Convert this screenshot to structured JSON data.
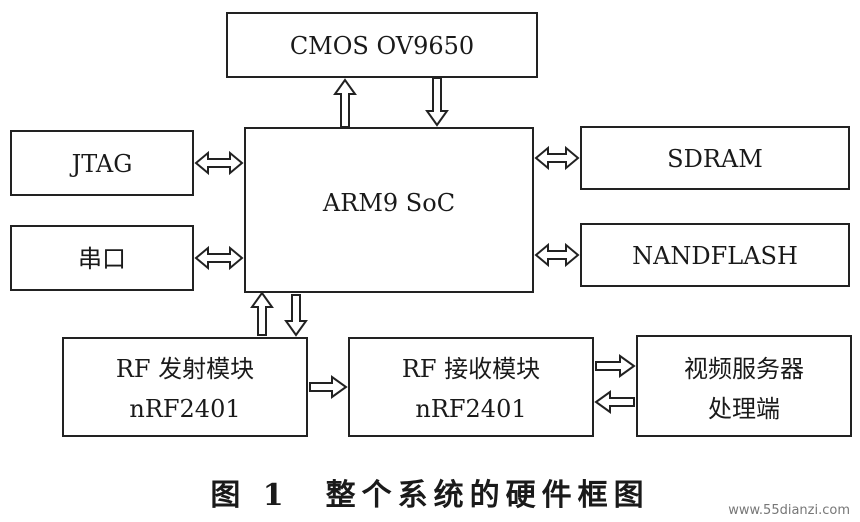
{
  "blocks": {
    "cmos": "CMOS OV9650",
    "jtag": "JTAG",
    "arm": "ARM9 SoC",
    "sdram": "SDRAM",
    "uart": "串口",
    "nand": "NANDFLASH",
    "rf_tx": {
      "line1": "RF 发射模块",
      "line2": "nRF2401"
    },
    "rf_rx": {
      "line1": "RF 接收模块",
      "line2": "nRF2401"
    },
    "server": {
      "line1": "视频服务器",
      "line2": "处理端"
    }
  },
  "caption": "图 1　整个系统的硬件框图",
  "watermark": "www.55dianzi.com"
}
